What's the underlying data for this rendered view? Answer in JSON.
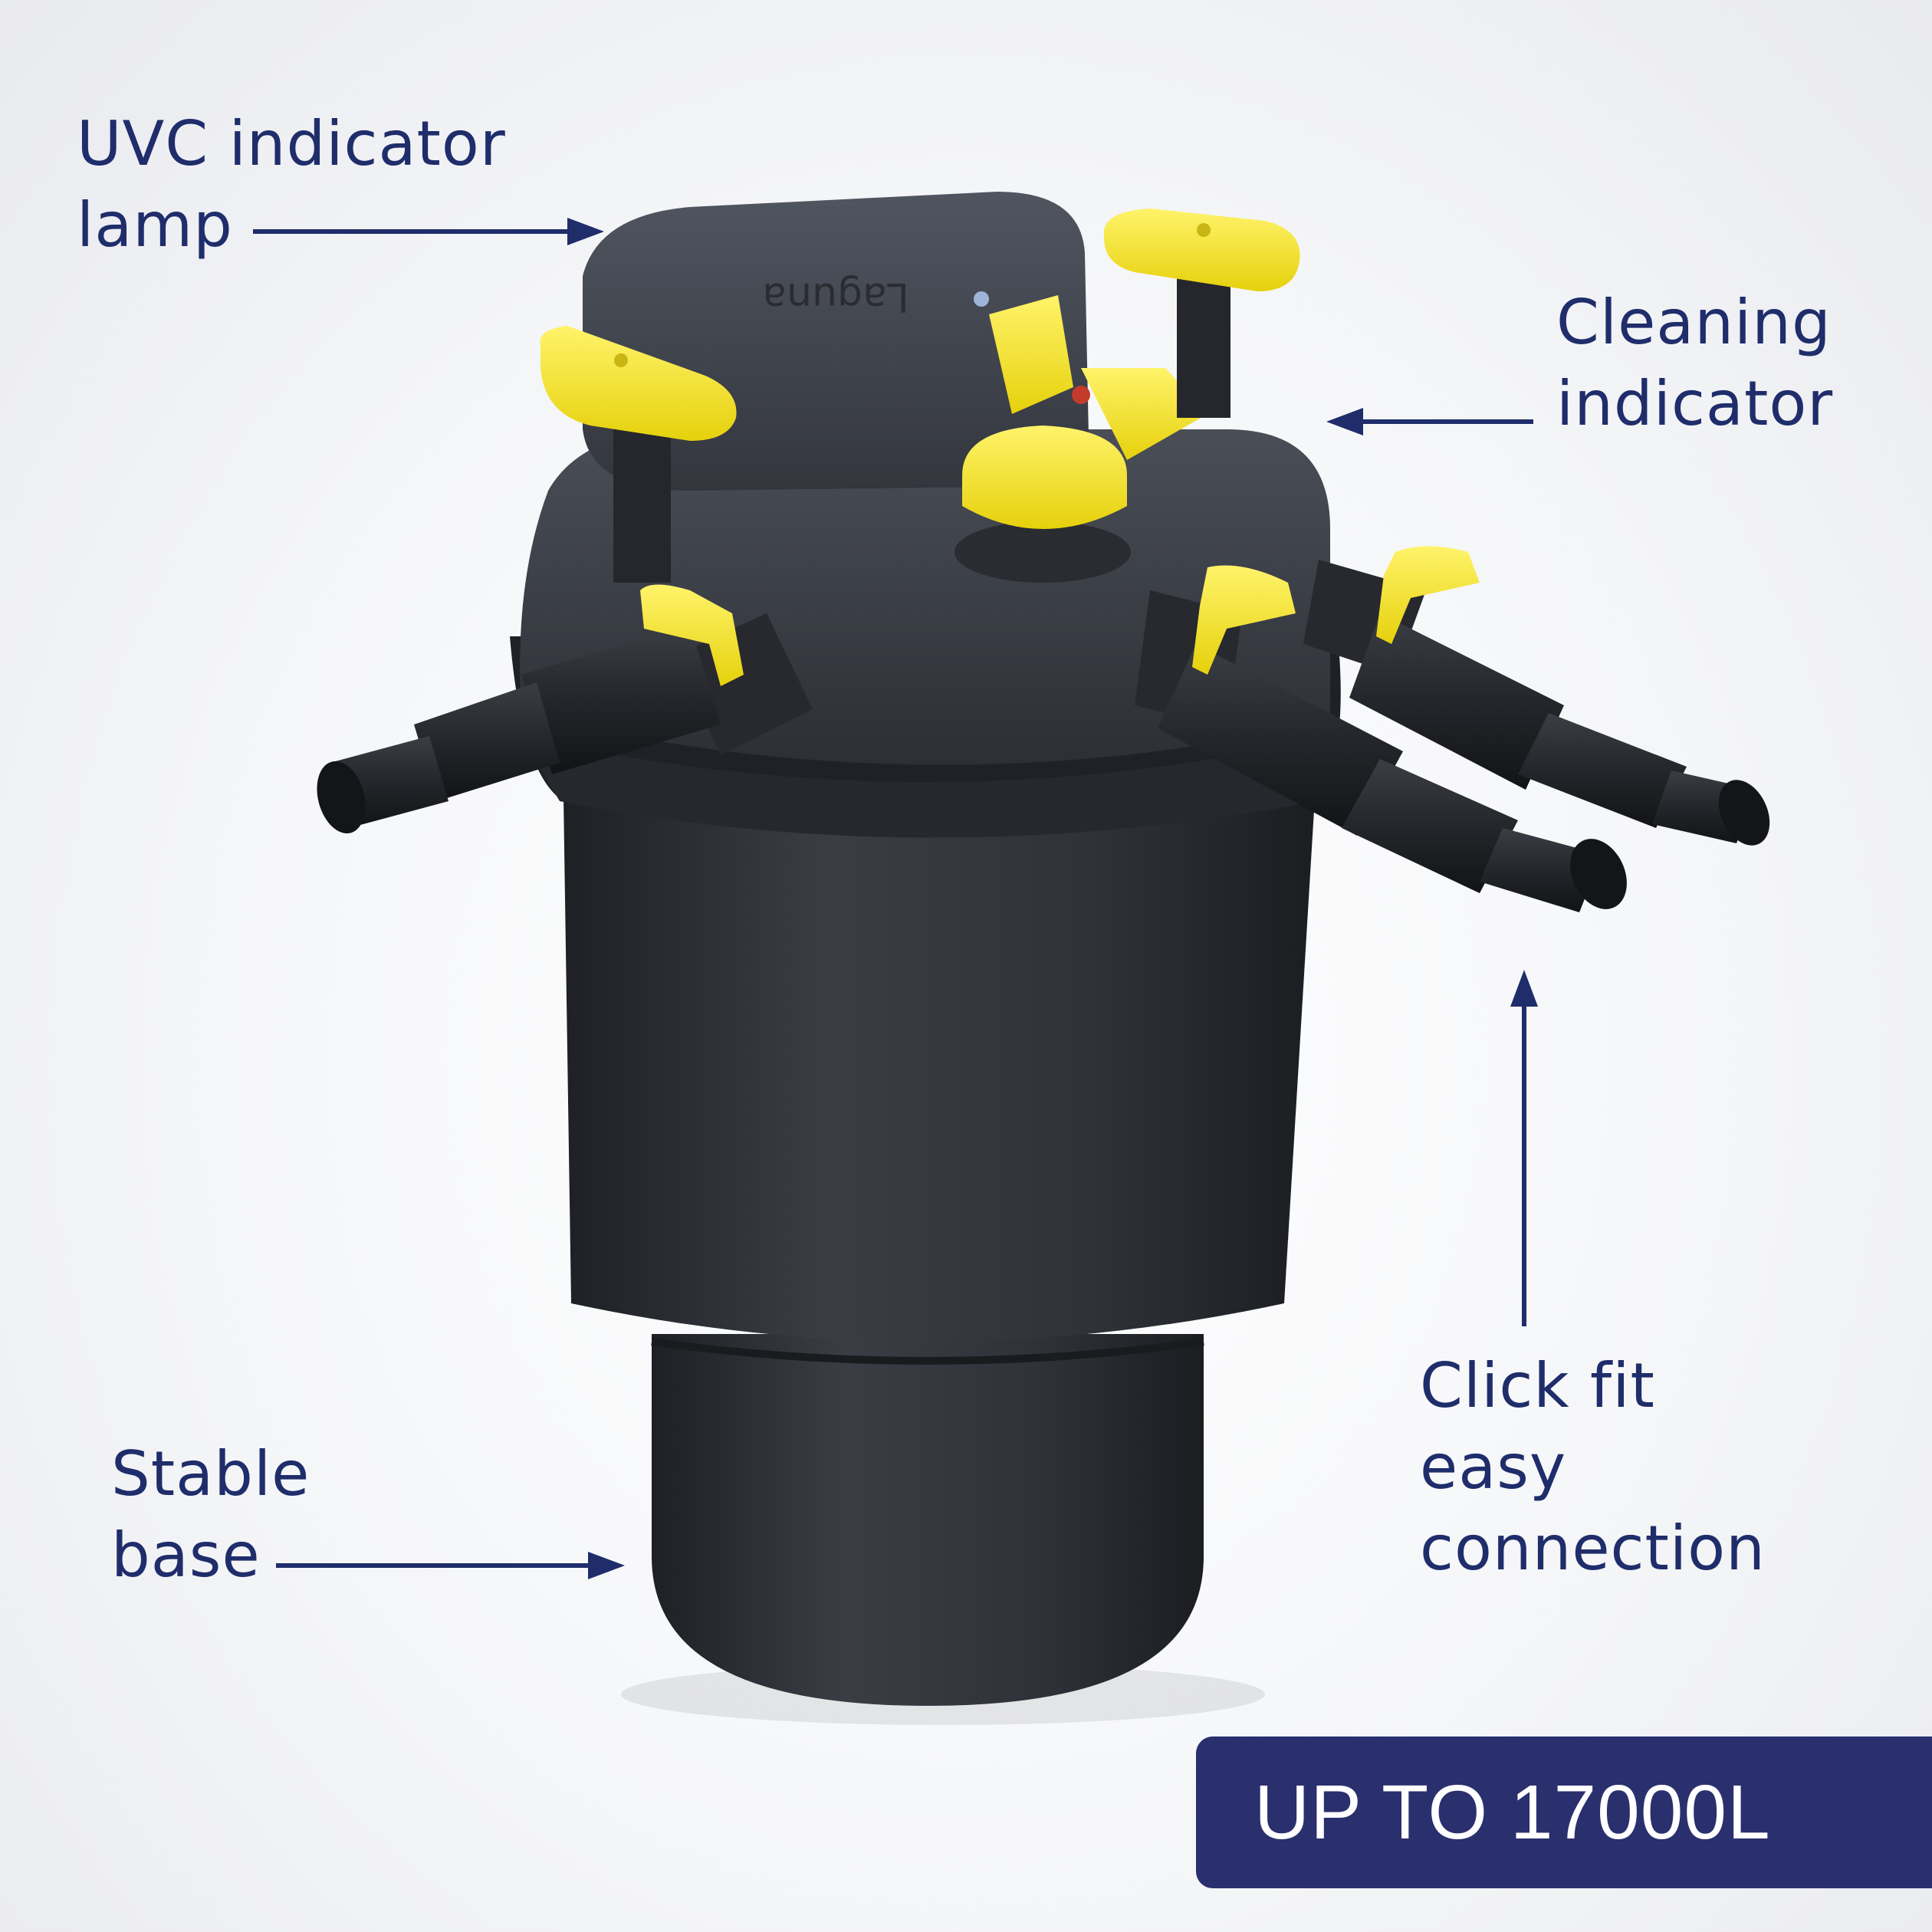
{
  "callouts": {
    "uvc": {
      "line1": "UVC indicator",
      "line2": "lamp"
    },
    "cleaning": {
      "line1": "Cleaning",
      "line2": "indicator"
    },
    "clickfit": {
      "line1": "Click fit",
      "line2": "easy",
      "line3": "connection"
    },
    "base": {
      "line1": "Stable",
      "line2": "base"
    }
  },
  "badge": {
    "text": "UP TO 17000L"
  },
  "colors": {
    "text": "#1f2d6b",
    "badge_bg": "#2a2f6e",
    "body": "#2b2d33",
    "accent": "#f2e21a"
  }
}
